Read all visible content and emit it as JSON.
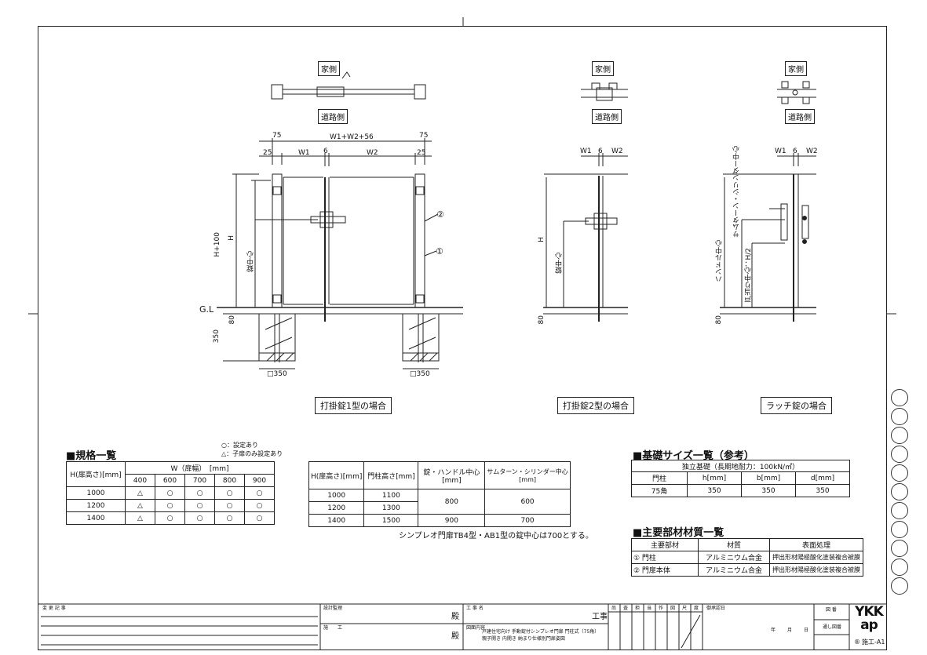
{
  "drawing": {
    "house_side": "家側",
    "road_side": "道路側",
    "dims": {
      "post_w": "75",
      "offset": "25",
      "w1": "W1",
      "w2": "W2",
      "gap": "6",
      "total": "W1+W2+56",
      "h": "H",
      "h100": "H+100",
      "lock_center": "錠中心",
      "gl": "G.L",
      "d80": "80",
      "d350": "350",
      "sq350": "□350",
      "handle_center": "ハンドル中心",
      "thumb_center": "サムターン・シリンダー中心",
      "door_stop": "戸当り中心：H/2"
    },
    "callouts": {
      "c1": "①",
      "c2": "②"
    },
    "captions": {
      "type1": "打掛錠1型の場合",
      "type2": "打掛錠2型の場合",
      "latch": "ラッチ錠の場合"
    }
  },
  "spec": {
    "title": "■規格一覧",
    "legend1": "○：設定あり",
    "legend2": "△：子扉のみ設定あり",
    "w_header": "W（扉幅）　[mm]",
    "h_header": "H(扉高さ)[mm]",
    "widths": [
      "400",
      "600",
      "700",
      "800",
      "900"
    ],
    "rows": [
      {
        "h": "1000",
        "marks": [
          "△",
          "○",
          "○",
          "○",
          "○"
        ]
      },
      {
        "h": "1200",
        "marks": [
          "△",
          "○",
          "○",
          "○",
          "○"
        ]
      },
      {
        "h": "1400",
        "marks": [
          "△",
          "○",
          "○",
          "○",
          "○"
        ]
      }
    ]
  },
  "height": {
    "headers": [
      "H(扉高さ)[mm]",
      "門柱高さ[mm]",
      "錠・ハンドル中心",
      "サムターン・シリンダー中心"
    ],
    "unit": "[mm]",
    "rows": [
      {
        "h": "1000",
        "post": "1100"
      },
      {
        "h": "1200",
        "post": "1300"
      },
      {
        "h": "1400",
        "post": "1500"
      }
    ],
    "lock_a": "800",
    "lock_b": "900",
    "thumb_a": "600",
    "thumb_b": "700",
    "note": "シンプレオ門扉TB4型・AB1型の錠中心は700とする。"
  },
  "foundation": {
    "title": "■基礎サイズ一覧（参考）",
    "sub": "独立基礎（長期地耐力：100kN/㎡）",
    "headers": [
      "門柱",
      "h[mm]",
      "b[mm]",
      "d[mm]"
    ],
    "row": [
      "75角",
      "350",
      "350",
      "350"
    ]
  },
  "materials": {
    "title": "■主要部材材質一覧",
    "headers": [
      "主要部材",
      "材質",
      "表面処理"
    ],
    "rows": [
      [
        "①  門柱",
        "アルミニウム合金",
        "押出形材"
      ],
      [
        "②  門扉本体",
        "アルミニウム合金",
        "押出形材"
      ]
    ],
    "finish": "陽極酸化塗装複合被膜"
  },
  "titleblock": {
    "change_record": "変 更 記 事",
    "design_supervision": "設計監理",
    "construction": "施　　工",
    "dono1": "殿",
    "dono2": "殿",
    "project_name": "工 事 名",
    "project": "工事",
    "drawing_content": "図面内容",
    "content_line1": "戸建住宅向け 手動錠付シンプレオ門扉 門柱式（75角）",
    "content_line2": "親子開き 内開き 納まり仕様別門扉姿図",
    "stamps": [
      "尚",
      "査",
      "担",
      "当",
      "作",
      "図",
      "尺",
      "度"
    ],
    "approval": "御承認日",
    "year": "年",
    "month": "月",
    "day": "日",
    "drawing_no": "図 番",
    "correspondence": "通し図番",
    "logo": "YKK ap",
    "sheet": "施工-A1",
    "registered": "®"
  }
}
